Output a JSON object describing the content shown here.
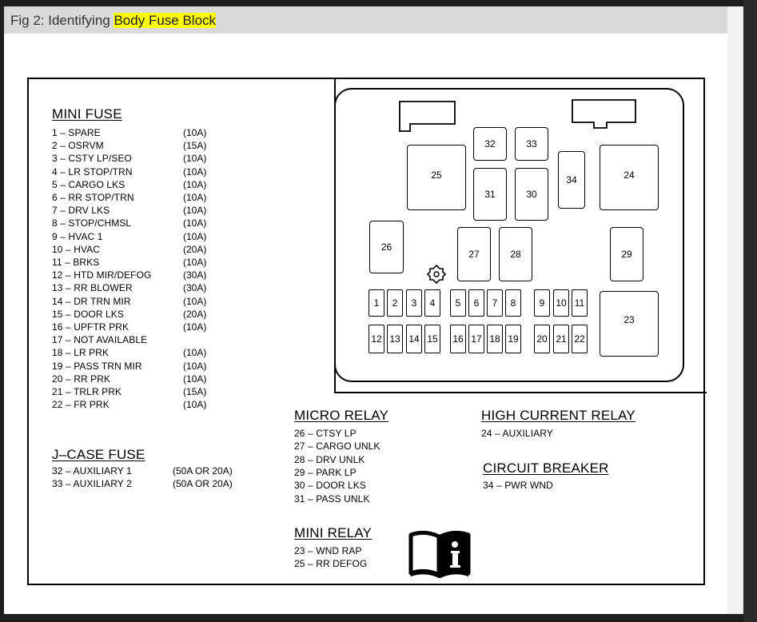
{
  "caption": {
    "prefix": "Fig 2: Identifying ",
    "highlight": "Body Fuse Block"
  },
  "mini_fuse": {
    "heading": "MINI FUSE",
    "rows": [
      {
        "label": "1  – SPARE",
        "rating": "(10A)"
      },
      {
        "label": "2  – OSRVM",
        "rating": "(15A)"
      },
      {
        "label": "3  – CSTY LP/SEO",
        "rating": "(10A)"
      },
      {
        "label": "4  – LR STOP/TRN",
        "rating": "(10A)"
      },
      {
        "label": "5  – CARGO LKS",
        "rating": "(10A)"
      },
      {
        "label": "6  – RR STOP/TRN",
        "rating": "(10A)"
      },
      {
        "label": "7  – DRV LKS",
        "rating": "(10A)"
      },
      {
        "label": "8  – STOP/CHMSL",
        "rating": "(10A)"
      },
      {
        "label": "9  – HVAC 1",
        "rating": "(10A)"
      },
      {
        "label": "10 – HVAC",
        "rating": "(20A)"
      },
      {
        "label": "11 – BRKS",
        "rating": "(10A)"
      },
      {
        "label": "12 – HTD MIR/DEFOG",
        "rating": "(30A)"
      },
      {
        "label": "13 – RR BLOWER",
        "rating": "(30A)"
      },
      {
        "label": "14 – DR TRN MIR",
        "rating": "(10A)"
      },
      {
        "label": "15 – DOOR LKS",
        "rating": "(20A)"
      },
      {
        "label": "16 – UPFTR PRK",
        "rating": "(10A)"
      },
      {
        "label": "17 – NOT AVAILABLE",
        "rating": ""
      },
      {
        "label": "18 – LR PRK",
        "rating": "(10A)"
      },
      {
        "label": "19 – PASS TRN MIR",
        "rating": "(10A)"
      },
      {
        "label": "20 – RR PRK",
        "rating": "(10A)"
      },
      {
        "label": "21 – TRLR PRK",
        "rating": "(15A)"
      },
      {
        "label": "22 – FR PRK",
        "rating": "(10A)"
      }
    ]
  },
  "j_case_fuse": {
    "heading": "J–CASE FUSE",
    "rows": [
      {
        "label": "32 – AUXILIARY 1",
        "rating": "(50A OR 20A)"
      },
      {
        "label": "33 – AUXILIARY 2",
        "rating": "(50A OR 20A)"
      }
    ]
  },
  "micro_relay": {
    "heading": "MICRO RELAY",
    "rows": [
      "26 – CTSY LP",
      "27 – CARGO UNLK",
      "28 – DRV UNLK",
      "29 – PARK LP",
      "30 – DOOR LKS",
      "31 – PASS UNLK"
    ]
  },
  "mini_relay": {
    "heading": "MINI RELAY",
    "rows": [
      "23 – WND RAP",
      "25 – RR DEFOG"
    ]
  },
  "high_current_relay": {
    "heading": "HIGH CURRENT RELAY",
    "rows": [
      "24 – AUXILIARY"
    ]
  },
  "circuit_breaker": {
    "heading": "CIRCUIT BREAKER",
    "rows": [
      "34 – PWR WND"
    ]
  },
  "fuse_panel": {
    "large": [
      "25",
      "24",
      "23"
    ],
    "relays": [
      "32",
      "33",
      "31",
      "30",
      "34",
      "26",
      "27",
      "28",
      "29"
    ],
    "top_row": [
      "1",
      "2",
      "3",
      "4",
      "5",
      "6",
      "7",
      "8",
      "9",
      "10",
      "11"
    ],
    "bottom_row": [
      "12",
      "13",
      "14",
      "15",
      "16",
      "17",
      "18",
      "19",
      "20",
      "21",
      "22"
    ]
  },
  "icons": {
    "manual": "info-manual-icon",
    "connector": "connector-icon"
  }
}
